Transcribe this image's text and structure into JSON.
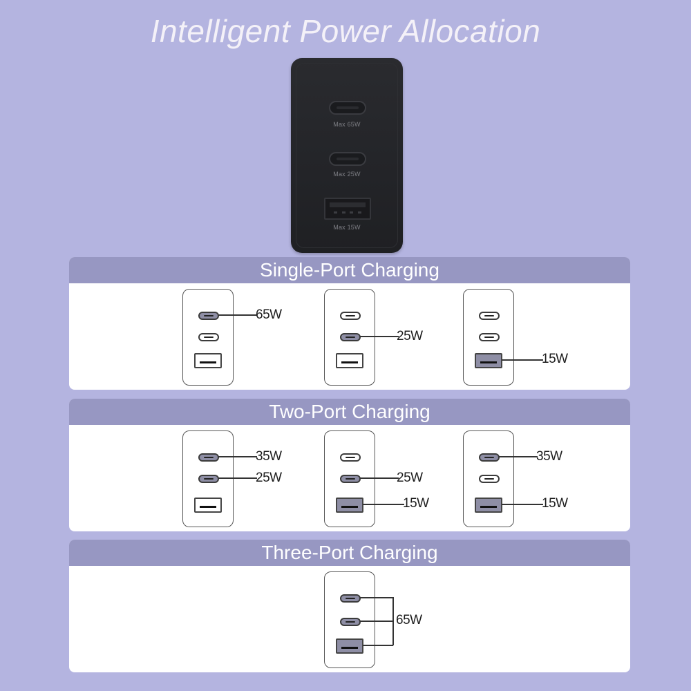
{
  "title": "Intelligent Power Allocation",
  "charger": {
    "ports": [
      {
        "type": "USB-C",
        "label": "Max 65W"
      },
      {
        "type": "USB-C",
        "label": "Max 25W"
      },
      {
        "type": "USB-A",
        "label": "Max 15W"
      }
    ]
  },
  "sections": [
    {
      "title": "Single-Port Charging",
      "configs": [
        {
          "ports": [
            {
              "active": true,
              "watt": "65W"
            },
            {
              "active": false,
              "watt": ""
            },
            {
              "active": false,
              "watt": ""
            }
          ]
        },
        {
          "ports": [
            {
              "active": false,
              "watt": ""
            },
            {
              "active": true,
              "watt": "25W"
            },
            {
              "active": false,
              "watt": ""
            }
          ]
        },
        {
          "ports": [
            {
              "active": false,
              "watt": ""
            },
            {
              "active": false,
              "watt": ""
            },
            {
              "active": true,
              "watt": "15W"
            }
          ]
        }
      ]
    },
    {
      "title": "Two-Port Charging",
      "configs": [
        {
          "ports": [
            {
              "active": true,
              "watt": "35W"
            },
            {
              "active": true,
              "watt": "25W"
            },
            {
              "active": false,
              "watt": ""
            }
          ]
        },
        {
          "ports": [
            {
              "active": false,
              "watt": ""
            },
            {
              "active": true,
              "watt": "25W"
            },
            {
              "active": true,
              "watt": "15W"
            }
          ]
        },
        {
          "ports": [
            {
              "active": true,
              "watt": "35W"
            },
            {
              "active": false,
              "watt": ""
            },
            {
              "active": true,
              "watt": "15W"
            }
          ]
        }
      ]
    },
    {
      "title": "Three-Port Charging",
      "configs": [
        {
          "combined": true,
          "total_watt": "65W",
          "ports": [
            {
              "active": true
            },
            {
              "active": true
            },
            {
              "active": true
            }
          ]
        }
      ]
    }
  ],
  "colors": {
    "background": "#b4b4e0",
    "section_header": "#9797c2",
    "active_port": "#8e8ea5",
    "charger_body": "#232428"
  }
}
